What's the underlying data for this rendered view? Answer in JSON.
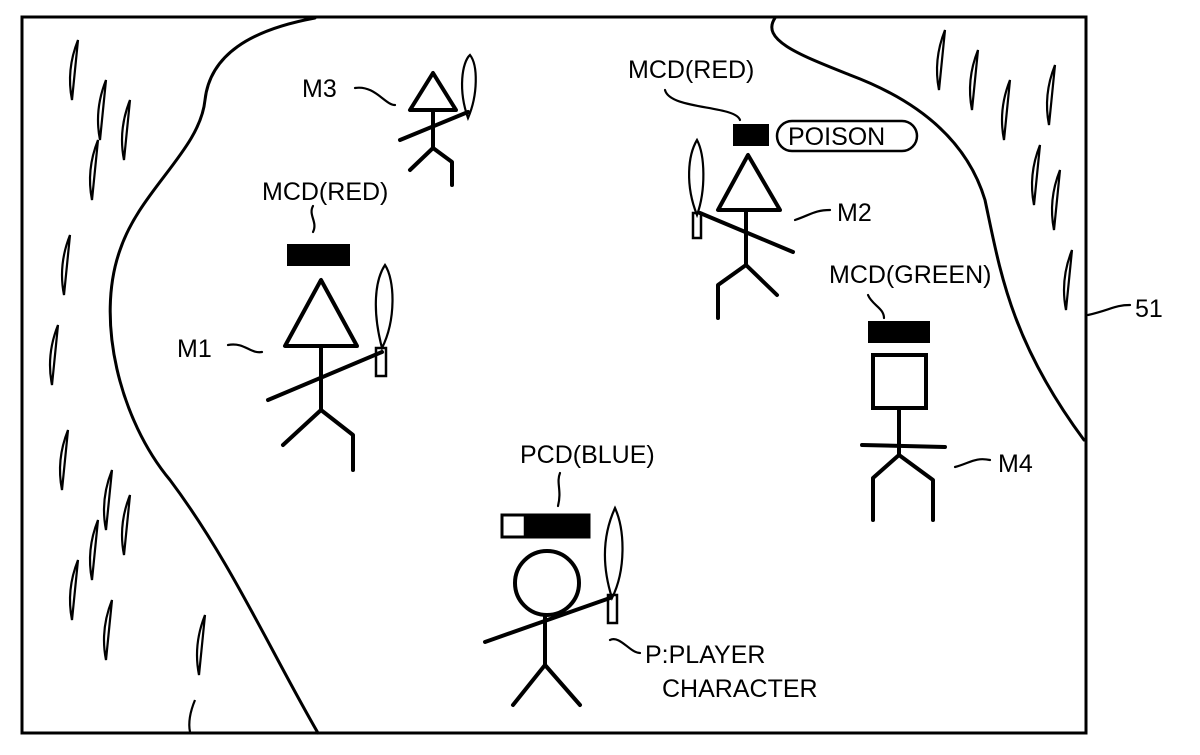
{
  "figure": {
    "screen_ref": "51",
    "characters": [
      {
        "id": "M3",
        "label": "M3",
        "shape": "triangle",
        "gauge_label": ""
      },
      {
        "id": "M1",
        "label": "M1",
        "shape": "triangle",
        "gauge_label": "MCD(RED)",
        "gauge_fill": 1.0
      },
      {
        "id": "M2",
        "label": "M2",
        "shape": "triangle",
        "gauge_label": "MCD(RED)",
        "gauge_fill": 1.0,
        "status": "POISON"
      },
      {
        "id": "M4",
        "label": "M4",
        "shape": "square",
        "gauge_label": "MCD(GREEN)",
        "gauge_fill": 1.0
      },
      {
        "id": "P",
        "label_line1": "P:PLAYER",
        "label_line2": "CHARACTER",
        "shape": "circle",
        "gauge_label": "PCD(BLUE)",
        "gauge_fill": 0.75
      }
    ]
  }
}
